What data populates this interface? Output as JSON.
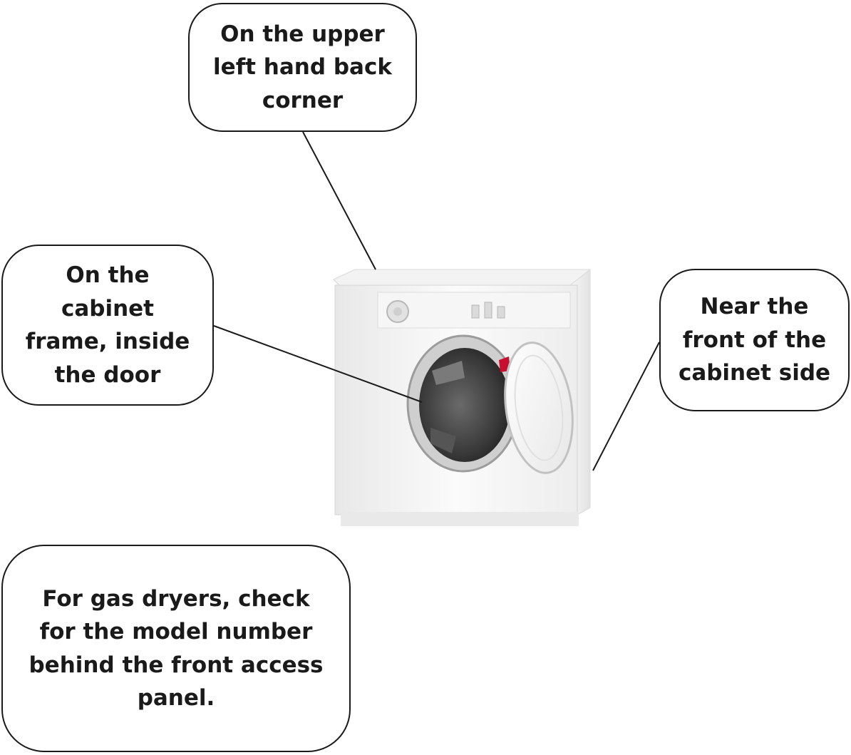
{
  "callouts": {
    "top": "On the upper\nleft hand back\ncorner",
    "left": "On the\ncabinet\nframe, inside\nthe door",
    "right": "Near the\nfront of the\ncabinet side",
    "bottom": "For gas dryers, check\nfor the model number\nbehind the front access\npanel."
  },
  "colors": {
    "outline": "#1a1a1a",
    "appliance_body": "#f4f4f4",
    "drum_interior": "#3a3a3a",
    "door_accent": "#c8102e"
  },
  "icons": {
    "appliance": "front-load-dryer-icon"
  }
}
